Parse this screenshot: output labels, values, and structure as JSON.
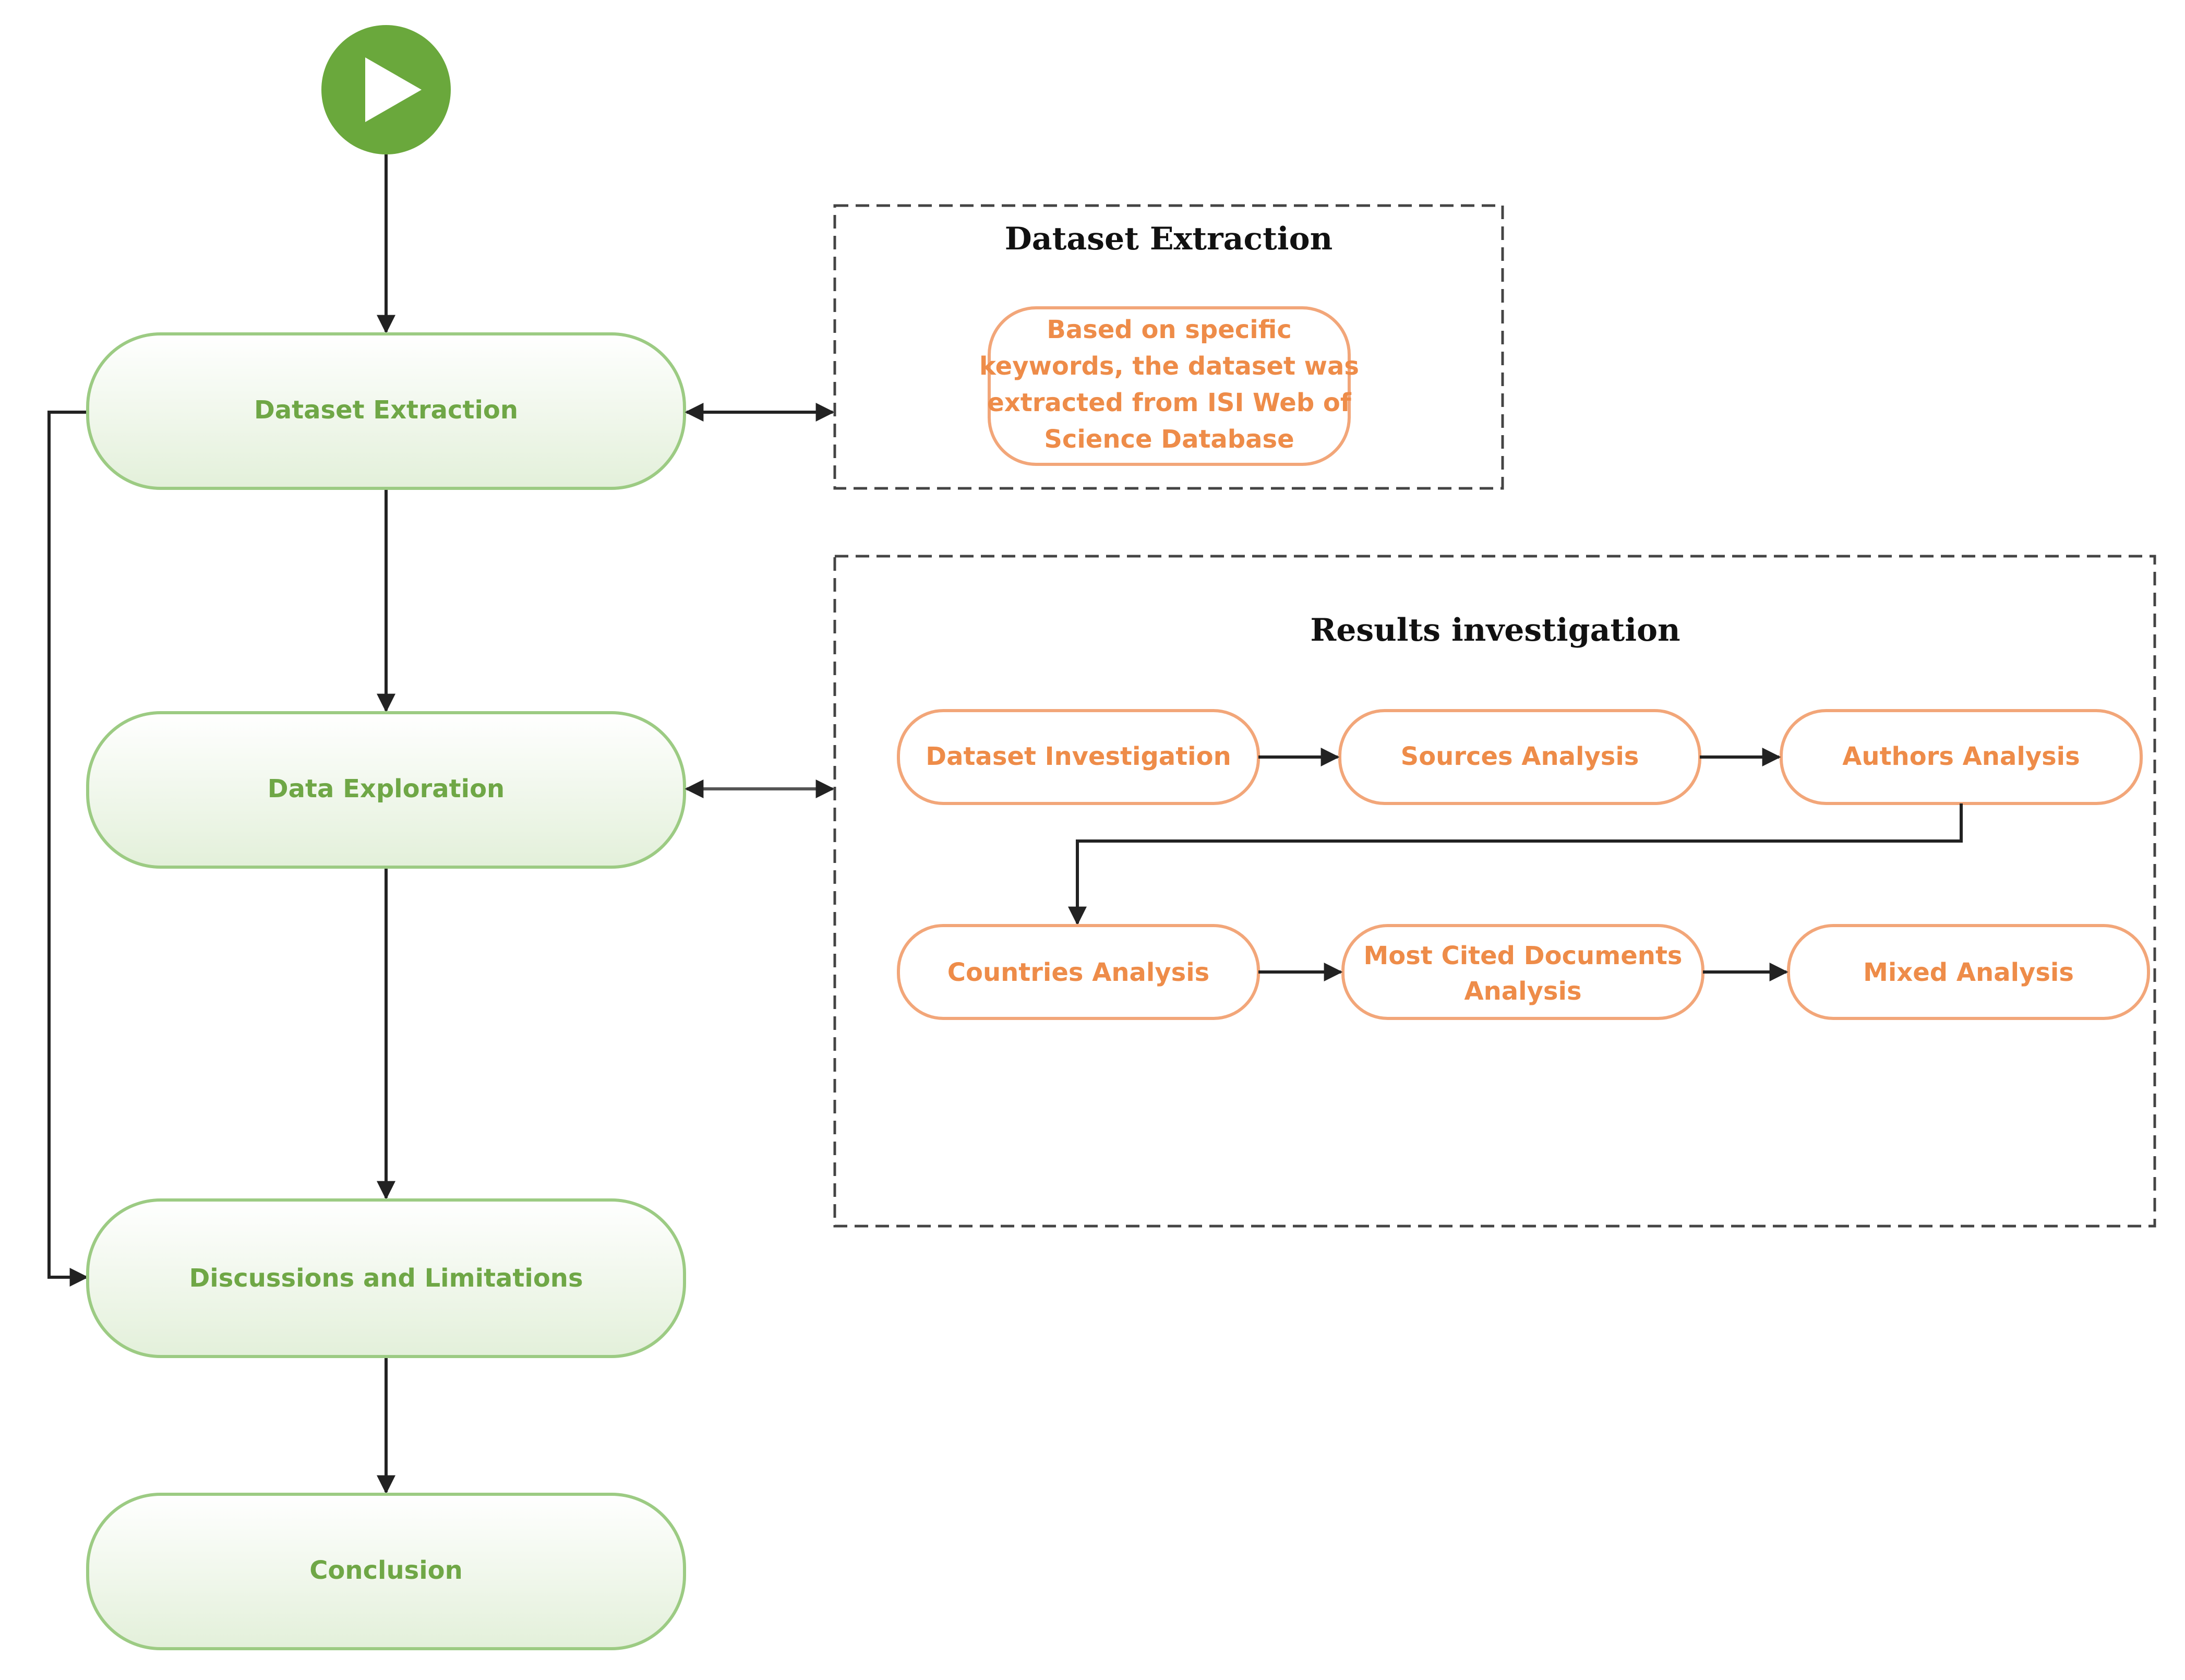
{
  "flow": {
    "steps": [
      "Dataset Extraction",
      "Data Exploration",
      "Discussions and Limitations",
      "Conclusion"
    ]
  },
  "extraction_panel": {
    "title": "Dataset Extraction",
    "note_lines": [
      "Based on specific",
      "keywords, the dataset was",
      "extracted from ISI Web of",
      "Science Database"
    ]
  },
  "results_panel": {
    "title": "Results investigation",
    "items": [
      "Dataset Investigation",
      "Sources Analysis",
      "Authors Analysis",
      "Countries Analysis",
      "Most Cited Documents",
      "Analysis",
      "Mixed Analysis"
    ]
  },
  "colors": {
    "main_node_text": "#6fa746",
    "main_node_border": "#9ccb83",
    "detail_node_text": "#ee8c49",
    "detail_node_border": "#f2a679",
    "start_icon": "#6aa83c"
  },
  "icons": {
    "start": "play-icon"
  }
}
